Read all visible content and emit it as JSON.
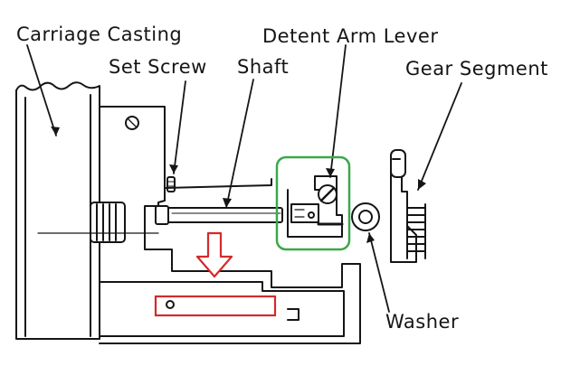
{
  "labels": {
    "carriage_casting": "Carriage Casting",
    "set_screw": "Set Screw",
    "shaft": "Shaft",
    "detent_arm_lever": "Detent Arm Lever",
    "gear_segment": "Gear Segment",
    "washer": "Washer"
  },
  "colors": {
    "ink": "#151515",
    "highlight_green": "#3aa84a",
    "highlight_red": "#d42a2a"
  }
}
